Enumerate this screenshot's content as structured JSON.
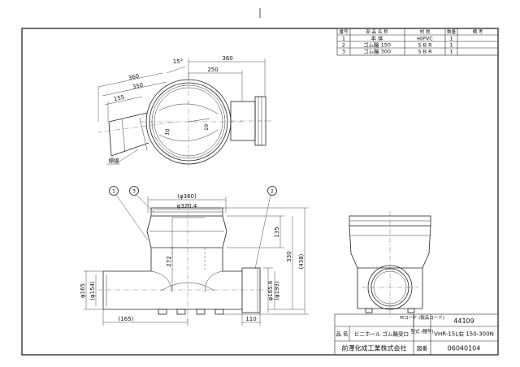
{
  "parts_table": {
    "headers": [
      "番号",
      "部 品 名 称",
      "材 質",
      "数量",
      "備 考"
    ],
    "rows": [
      {
        "no": "1",
        "name": "本 体",
        "material": "HIPVC",
        "qty": "1",
        "note": ""
      },
      {
        "no": "2",
        "name": "ゴム輪 150",
        "material": "S B R",
        "qty": "1",
        "note": ""
      },
      {
        "no": "3",
        "name": "ゴム輪 300",
        "material": "S B R",
        "qty": "1",
        "note": ""
      }
    ]
  },
  "plan_view": {
    "dim_360_left": "360",
    "dim_350": "350",
    "dim_155": "155",
    "angle": "15°",
    "dim_360_top": "360",
    "dim_250": "250",
    "dim_10_a": "10",
    "dim_10_b": "10",
    "label_marker": "標線"
  },
  "front_view": {
    "callout_1": "1",
    "callout_3": "3",
    "callout_2": "2",
    "dim_phi360": "(φ360)",
    "dim_phi320": "φ320.4",
    "dim_135": "135",
    "dim_330": "330",
    "dim_438": "(438)",
    "dim_272": "272",
    "dim_phi165_left": "φ165",
    "dim_phi154": "(φ154)",
    "dim_phi165_right": "φ165.6",
    "dim_phi193": "(φ193)",
    "dim_165": "(165)",
    "dim_110": "110"
  },
  "title_block": {
    "mcode_label": "Mコード (製品コード)",
    "mcode_value": "44109",
    "name_label": "品 名",
    "name_value": "ビニホール ゴム輪受口",
    "model_label": "型式 (種号)",
    "model_value": "VHR-15L右 150-300N",
    "company": "前澤化成工業株式会社",
    "drawing_label": "図番",
    "drawing_no": "06040104"
  }
}
